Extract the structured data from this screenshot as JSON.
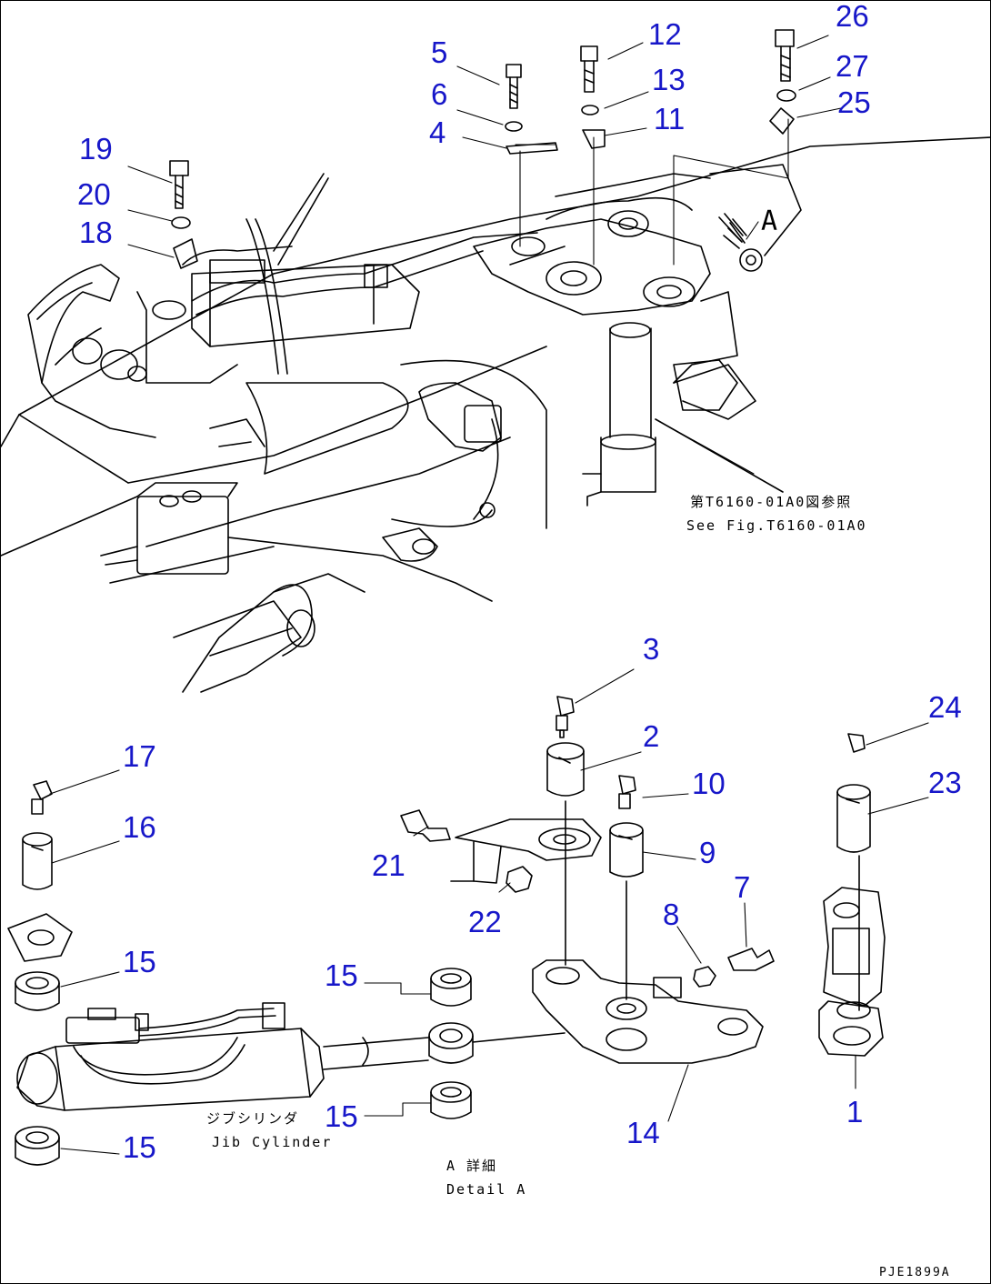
{
  "diagram": {
    "callouts": {
      "n1": "1",
      "n2": "2",
      "n3": "3",
      "n4": "4",
      "n5": "5",
      "n6": "6",
      "n7": "7",
      "n8": "8",
      "n9": "9",
      "n10": "10",
      "n11": "11",
      "n12": "12",
      "n13": "13",
      "n14": "14",
      "n15a": "15",
      "n15b": "15",
      "n15c": "15",
      "n15d": "15",
      "n16": "16",
      "n17": "17",
      "n18": "18",
      "n19": "19",
      "n20": "20",
      "n21": "21",
      "n22": "22",
      "n23": "23",
      "n24": "24",
      "n25": "25",
      "n26": "26",
      "n27": "27"
    },
    "view_marker": "A",
    "ref_jp": "第T6160-01A0図参照",
    "ref_en": "See Fig.T6160-01A0",
    "cylinder_jp": "ジブシリンダ",
    "cylinder_en": "Jib Cylinder",
    "detail_jp": "A 詳細",
    "detail_en": "Detail A",
    "drawing_code": "PJE1899A"
  }
}
